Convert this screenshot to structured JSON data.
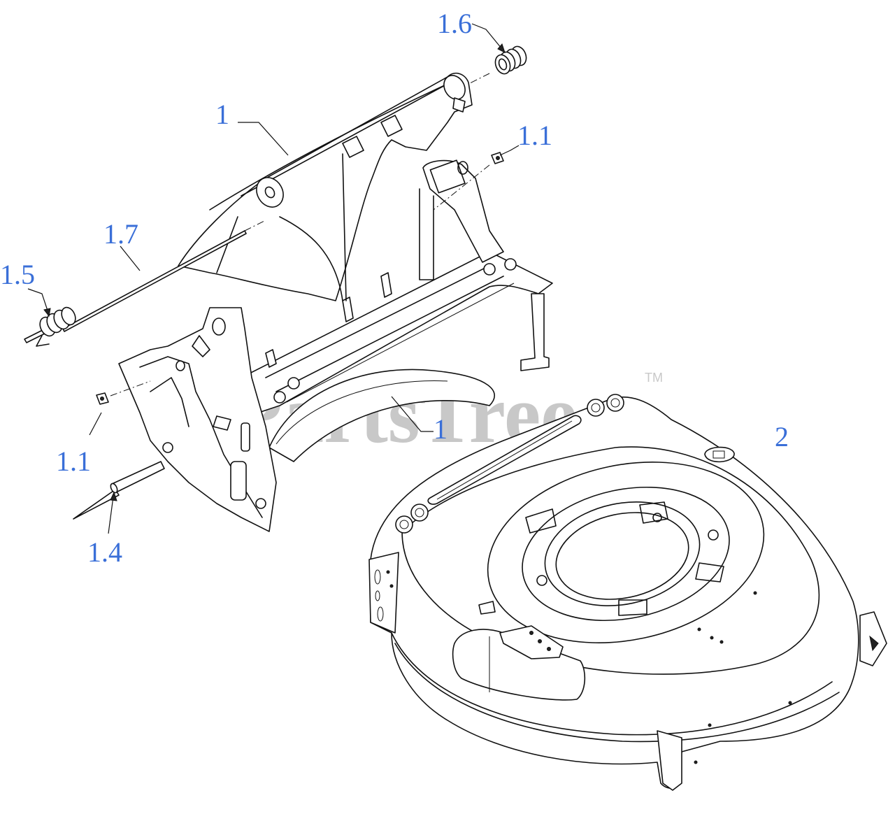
{
  "colors": {
    "callout": "#3a6fd8",
    "watermark": "#c8c8c8",
    "linework": "#111111",
    "background": "#ffffff"
  },
  "watermark": {
    "text": "PartsTree",
    "trademark": "TM"
  },
  "callouts": [
    {
      "id": "c-1-6",
      "label": "1.6"
    },
    {
      "id": "c-1-top",
      "label": "1"
    },
    {
      "id": "c-1-1-right",
      "label": "1.1"
    },
    {
      "id": "c-1-7",
      "label": "1.7"
    },
    {
      "id": "c-1-5",
      "label": "1.5"
    },
    {
      "id": "c-1-mid",
      "label": "1"
    },
    {
      "id": "c-2",
      "label": "2"
    },
    {
      "id": "c-1-1-left",
      "label": "1.1"
    },
    {
      "id": "c-1-4",
      "label": "1.4"
    }
  ]
}
